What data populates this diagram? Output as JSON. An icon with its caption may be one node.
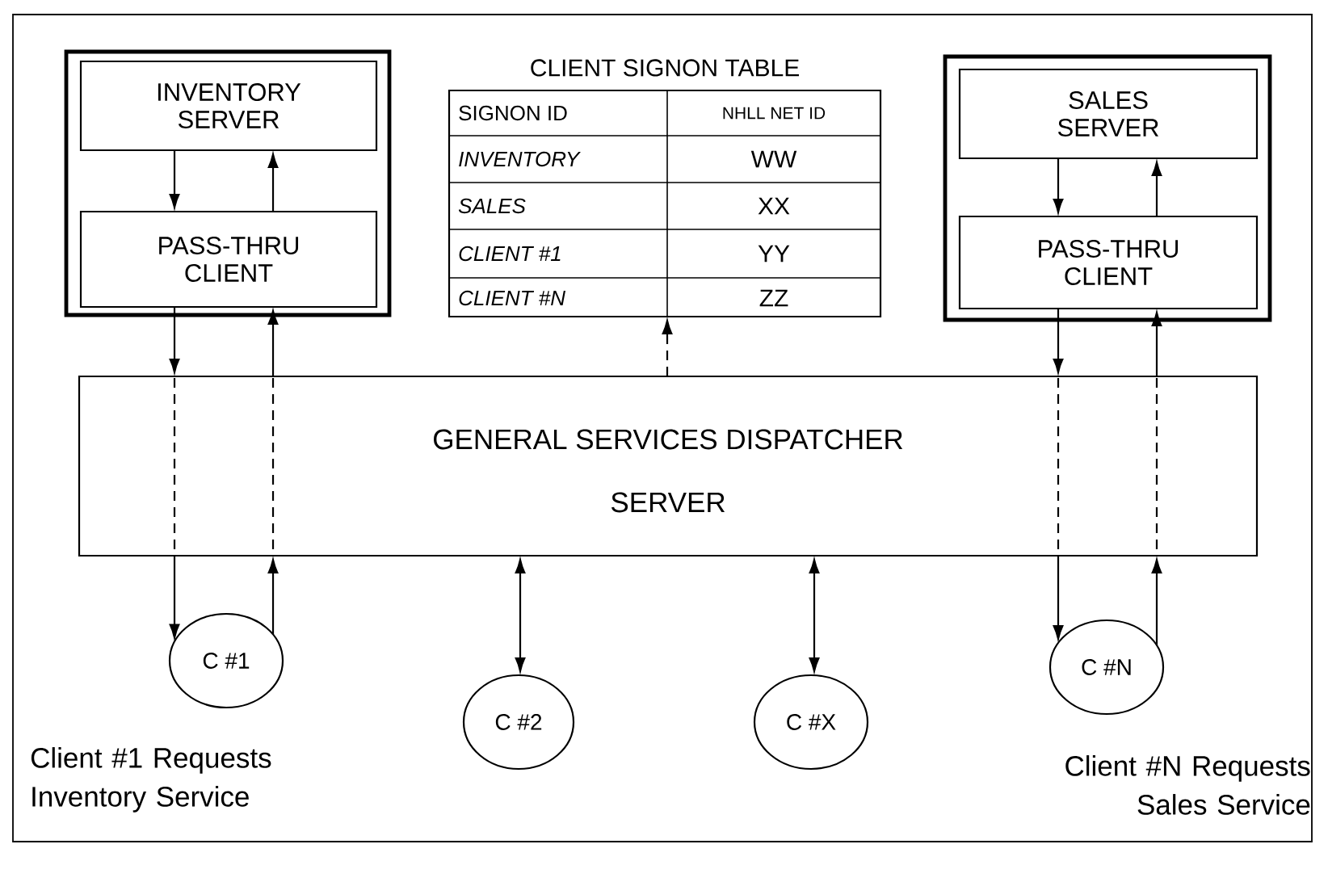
{
  "diagram": {
    "nodes": [
      {
        "text": [],
        "shape": "box"
      },
      {
        "text": [
          "INVENTORY SERVER"
        ],
        "in": 0
      },
      {
        "text": [
          "PASS-THRU CLIENT"
        ],
        "in": 0
      },
      {
        "text": [
          "CLIENT SIGNON TABLE"
        ]
      },
      {
        "text": [],
        "shape": "box"
      },
      {
        "text": [
          "SALES SERVER"
        ],
        "in": 4
      },
      {
        "text": [
          "PASS-THRU CLIENT"
        ],
        "in": 4
      },
      {
        "text": [
          "GENERAL SERVICES DISPATCHER",
          "SERVER"
        ]
      },
      {
        "text": [
          "C #1"
        ],
        "beside": [
          "Client #1 Requests Inventory Service"
        ]
      },
      {
        "text": [
          "C #2"
        ]
      },
      {
        "text": [
          "C #X"
        ]
      },
      {
        "text": [
          "C #N"
        ],
        "beside": [
          "Client #N Requests Sales Service"
        ]
      }
    ],
    "edges": [
      {
        "from": 1,
        "to": 2,
        "arrow": "to"
      },
      {
        "from": 2,
        "to": 1,
        "arrow": "to"
      },
      {
        "from": 5,
        "to": 6,
        "arrow": "to"
      },
      {
        "from": 6,
        "to": 5,
        "arrow": "to"
      },
      {
        "from": 2,
        "to": 7,
        "arrow": "to"
      },
      {
        "from": 7,
        "to": 2,
        "arrow": "to"
      },
      {
        "from": 6,
        "to": 7,
        "arrow": "to"
      },
      {
        "from": 7,
        "to": 6,
        "arrow": "to"
      },
      {
        "from": 7,
        "to": 3,
        "arrow": "to",
        "style": "dashed"
      },
      {
        "from": 7,
        "to": 8,
        "arrow": "to"
      },
      {
        "from": 8,
        "to": 7,
        "arrow": "to"
      },
      {
        "from": 7,
        "to": 9,
        "arrow": "both"
      },
      {
        "from": 7,
        "to": 10,
        "arrow": "both"
      },
      {
        "from": 7,
        "to": 11,
        "arrow": "to"
      },
      {
        "from": 11,
        "to": 7,
        "arrow": "to"
      }
    ],
    "labels": [
      "SIGNON ID",
      "NHLL NET ID",
      "INVENTORY",
      "WW",
      "SALES",
      "XX",
      "CLIENT #1",
      "YY",
      "CLIENT #N",
      "ZZ"
    ]
  }
}
